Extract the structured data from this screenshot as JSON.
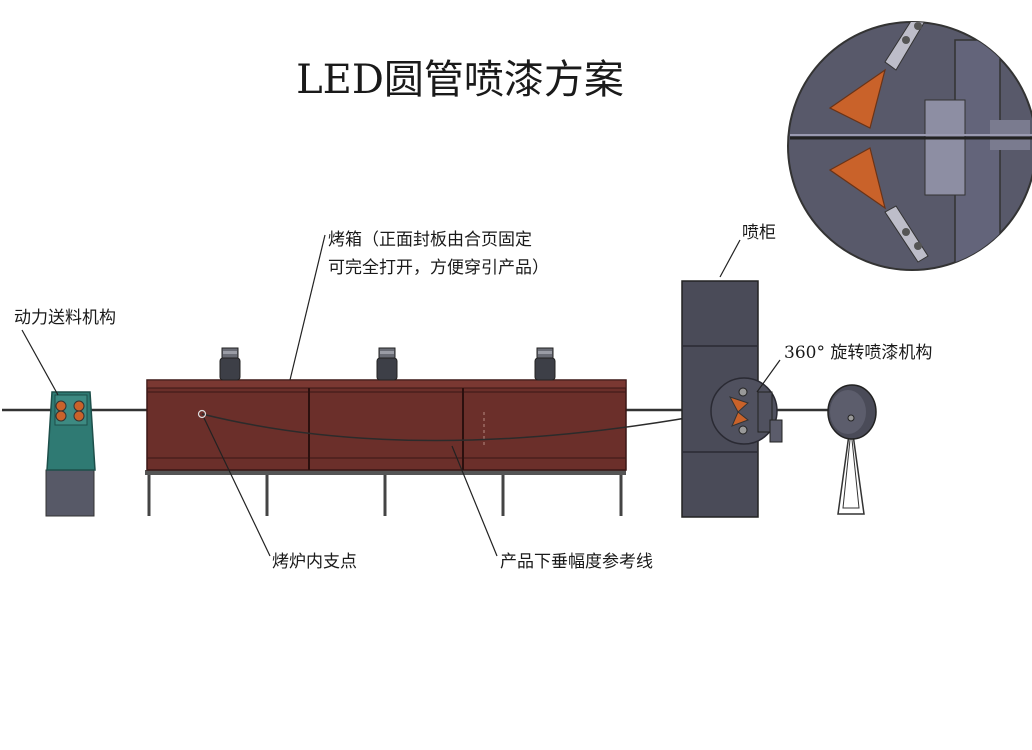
{
  "title": "LED圆管喷漆方案",
  "labels": {
    "feed": "动力送料机构",
    "oven_line1": "烤箱（正面封板由合页固定",
    "oven_line2": "可完全打开，方便穿引产品）",
    "spray_cabinet": "喷柜",
    "rotary": "360° 旋转喷漆机构",
    "support_point": "烤炉内支点",
    "sag_line": "产品下垂幅度参考线"
  },
  "colors": {
    "oven": "#6b2f2a",
    "oven_dark": "#4f1f1c",
    "feed_body": "#2f7a73",
    "cabinet": "#4a4b58",
    "nozzle": "#c9622a",
    "detail_bg": "#58596a"
  },
  "icons": [
    "motor-icon",
    "motor-icon",
    "motor-icon",
    "nozzle-icon",
    "reel-icon"
  ]
}
